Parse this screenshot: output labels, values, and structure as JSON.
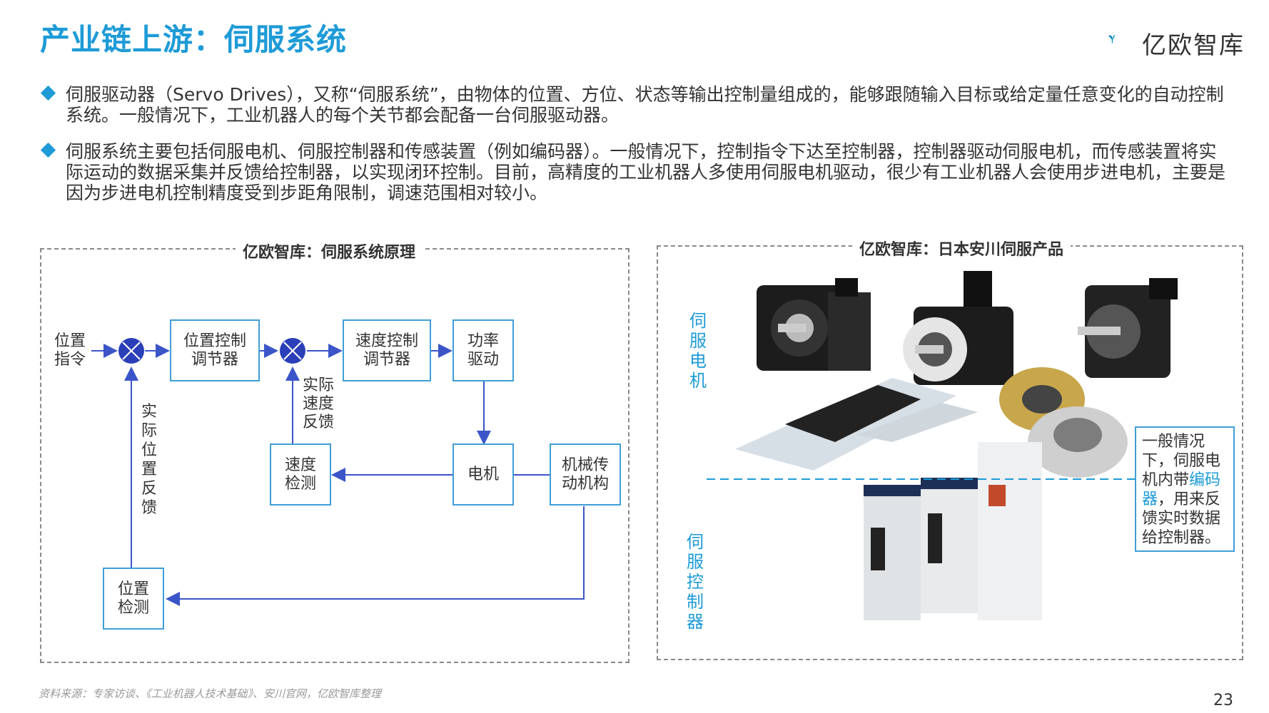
{
  "header": {
    "title": "产业链上游：伺服系统",
    "logo_text": "亿欧智库"
  },
  "bullets": [
    "伺服驱动器（Servo Drives），又称“伺服系统”，由物体的位置、方位、状态等输出控制量组成的，能够跟随输入目标或给定量任意变化的自动控制系统。一般情况下，工业机器人的每个关节都会配备一台伺服驱动器。",
    "伺服系统主要包括伺服电机、伺服控制器和传感装置（例如编码器）。一般情况下，控制指令下达至控制器，控制器驱动伺服电机，而传感装置将实际运动的数据采集并反馈给控制器，以实现闭环控制。目前，高精度的工业机器人多使用伺服电机驱动，很少有工业机器人会使用步进电机，主要是因为步进电机控制精度受到步距角限制，调速范围相对较小。"
  ],
  "left_panel": {
    "title": "亿欧智库：伺服系统原理",
    "input_label": "位置\n指令",
    "boxes": {
      "pos_ctrl": "位置控制\n调节器",
      "speed_ctrl": "速度控制\n调节器",
      "power": "功率\n驱动",
      "motor": "电机",
      "mech": "机械传\n动机构",
      "speed_detect": "速度\n检测",
      "pos_detect": "位置\n检测"
    },
    "speed_feedback_label": "实际\n速度\n反馈",
    "pos_feedback_label": "实际位置反馈"
  },
  "right_panel": {
    "title": "亿欧智库：日本安川伺服产品",
    "motor_label": "伺服电机",
    "controller_label": "伺服控制器",
    "callout_pre": "一般情况下，伺服电机内带",
    "callout_hl": "编码器",
    "callout_post": "，用来反馈实时数据给控制器。"
  },
  "footer": {
    "source": "资料来源：专家访谈、《工业机器人技术基础》、安川官网，亿欧智库整理",
    "page": "23"
  },
  "colors": {
    "accent": "#1e9bd7",
    "arrow": "#3b55c9",
    "box_border": "#3f9ed6"
  }
}
